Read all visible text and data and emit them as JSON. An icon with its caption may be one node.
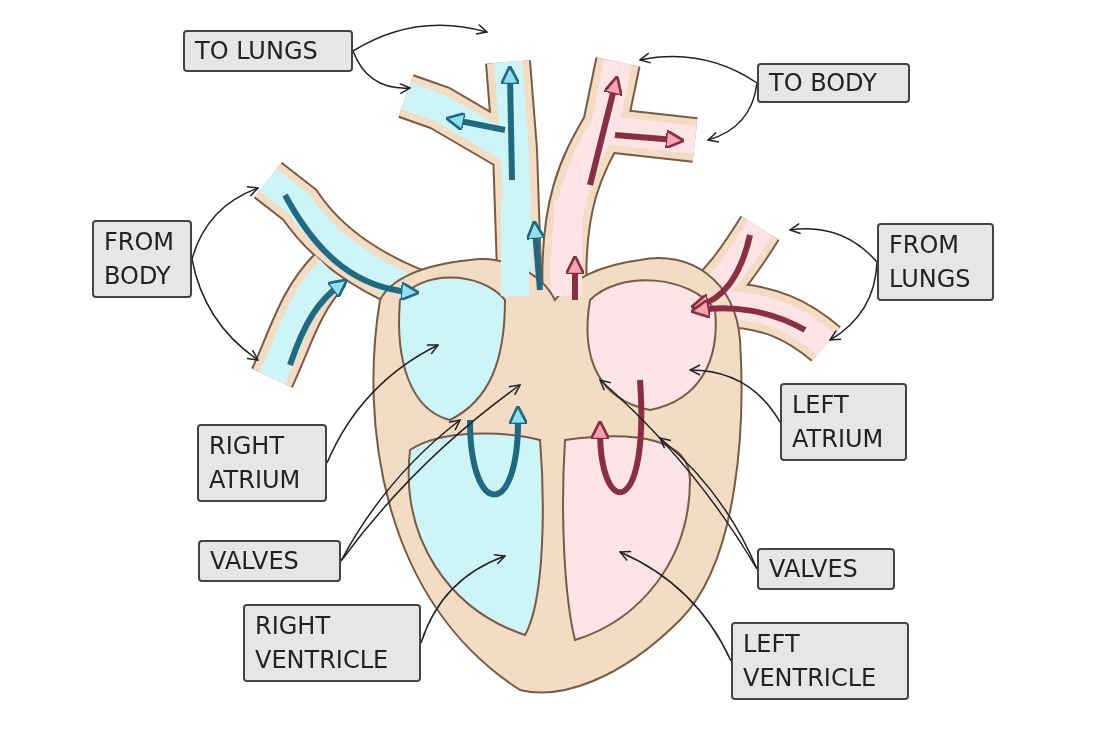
{
  "diagram": {
    "nodes": [
      {
        "text": [
          "TO LUNGS"
        ]
      },
      {
        "text": [
          "TO BODY"
        ]
      },
      {
        "text": [
          "FROM BODY"
        ]
      },
      {
        "text": [
          "FROM LUNGS"
        ]
      },
      {
        "text": [
          "RIGHT ATRIUM"
        ]
      },
      {
        "text": [
          "LEFT ATRIUM"
        ]
      },
      {
        "text": [
          "VALVES"
        ]
      },
      {
        "text": [
          "VALVES"
        ]
      },
      {
        "text": [
          "RIGHT VENTRICLE"
        ]
      },
      {
        "text": [
          "LEFT VENTRICLE"
        ]
      }
    ],
    "edges": [
      {
        "from": 0,
        "to": null,
        "arrow": "to"
      },
      {
        "from": 0,
        "to": null,
        "arrow": "to"
      },
      {
        "from": 1,
        "to": null,
        "arrow": "to"
      },
      {
        "from": 1,
        "to": null,
        "arrow": "to"
      },
      {
        "from": 2,
        "to": null,
        "arrow": "to"
      },
      {
        "from": 2,
        "to": null,
        "arrow": "to"
      },
      {
        "from": 3,
        "to": null,
        "arrow": "to"
      },
      {
        "from": 3,
        "to": null,
        "arrow": "to"
      },
      {
        "from": 4,
        "to": null,
        "arrow": "to"
      },
      {
        "from": 5,
        "to": null,
        "arrow": "to"
      },
      {
        "from": 6,
        "to": null,
        "arrow": "to"
      },
      {
        "from": 6,
        "to": null,
        "arrow": "to"
      },
      {
        "from": 7,
        "to": null,
        "arrow": "to"
      },
      {
        "from": 7,
        "to": null,
        "arrow": "to"
      },
      {
        "from": 8,
        "to": null,
        "arrow": "to"
      },
      {
        "from": 9,
        "to": null,
        "arrow": "to"
      }
    ]
  }
}
